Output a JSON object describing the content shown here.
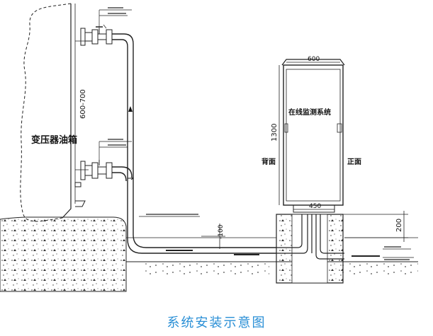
{
  "caption": "系统安装示意图",
  "labels": {
    "tank": "变压器油箱",
    "monitor": "在线监测系统",
    "back": "背面",
    "front": "正面",
    "range": "600-700",
    "cabinet_top_width": "600",
    "cabinet_height": "1300",
    "cabinet_base_width": "450",
    "base_height": "200",
    "pipe_depth": "-100"
  }
}
